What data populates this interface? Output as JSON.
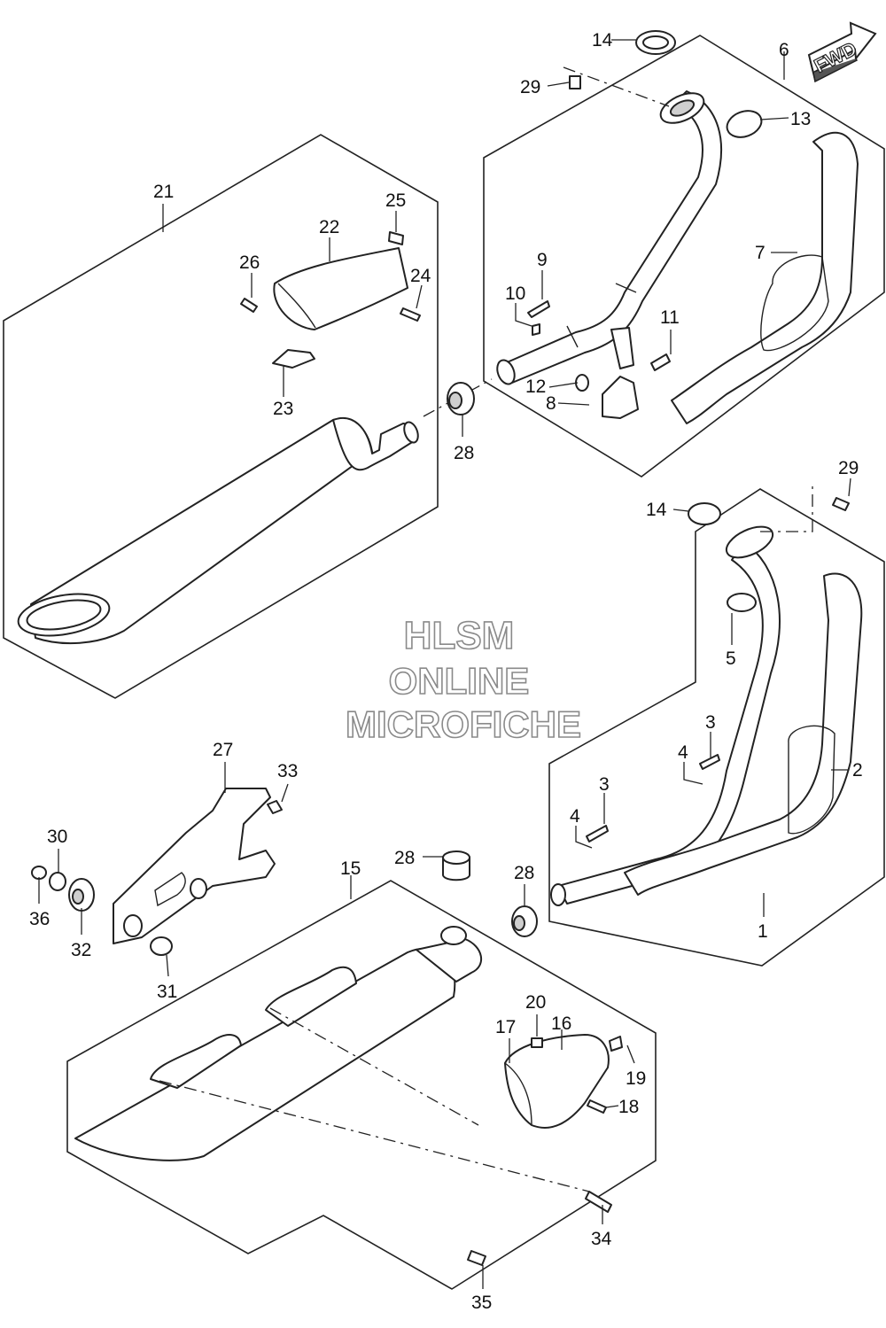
{
  "watermark": {
    "line1": "HLSM",
    "line2": "ONLINE",
    "line3": "MICROFICHE"
  },
  "direction_tag": "FWD",
  "part_labels": {
    "p1": "1",
    "p2": "2",
    "p3a": "3",
    "p3b": "3",
    "p4a": "4",
    "p4b": "4",
    "p5": "5",
    "p6": "6",
    "p7": "7",
    "p8": "8",
    "p9": "9",
    "p10": "10",
    "p11": "11",
    "p12": "12",
    "p13": "13",
    "p14a": "14",
    "p14b": "14",
    "p15": "15",
    "p16": "16",
    "p17": "17",
    "p18": "18",
    "p19": "19",
    "p20": "20",
    "p21": "21",
    "p22": "22",
    "p23": "23",
    "p24": "24",
    "p25": "25",
    "p26": "26",
    "p27": "27",
    "p28a": "28",
    "p28b": "28",
    "p28c": "28",
    "p29a": "29",
    "p29b": "29",
    "p30": "30",
    "p31": "31",
    "p32": "32",
    "p33": "33",
    "p34": "34",
    "p35": "35",
    "p36": "36"
  }
}
